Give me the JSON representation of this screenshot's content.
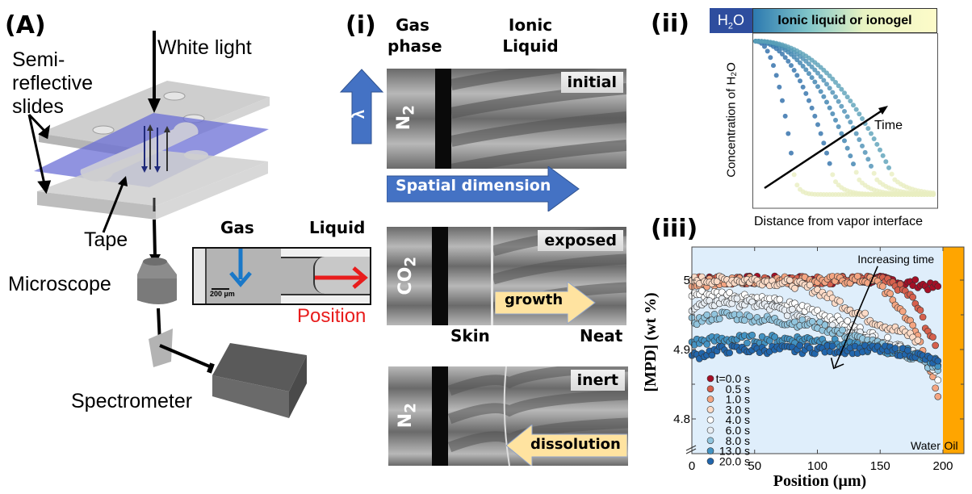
{
  "panelA": {
    "label": "(A)",
    "white_light": "White light",
    "slides": "Semi-\nreflective\nslides",
    "slides_lines": [
      "Semi-",
      "reflective",
      "slides"
    ],
    "tape": "Tape",
    "microscope": "Microscope",
    "spectrometer": "Spectrometer",
    "inset": {
      "gas": "Gas",
      "liquid": "Liquid",
      "position": "Position",
      "scale_bar": "200 µm"
    },
    "colors": {
      "tape": "#6b6fd6",
      "slide": "#c8c8c8",
      "position_arrow": "#e81c1c",
      "gas_arrow": "#1a78c8"
    }
  },
  "panelI": {
    "label": "(i)",
    "gas_phase": [
      "Gas",
      "phase"
    ],
    "ionic_liquid": [
      "Ionic",
      "Liquid"
    ],
    "lambda_symbol": "λ",
    "spatial_dimension": "Spatial dimension",
    "strips": [
      {
        "gas": "N",
        "gas_sub": "2",
        "tag": "initial"
      },
      {
        "gas": "CO",
        "gas_sub": "2",
        "tag": "exposed",
        "arrow": "growth"
      },
      {
        "gas": "N",
        "gas_sub": "2",
        "tag": "inert",
        "arrow": "dissolution"
      }
    ],
    "skin": "Skin",
    "neat": "Neat",
    "colors": {
      "blue_arrow": "#4472c4",
      "yellow_arrow": "#ffe3a0"
    }
  },
  "panelII": {
    "label": "(ii)",
    "header_left": "H₂O",
    "header_left_main": "H",
    "header_left_sub": "2",
    "header_left_tail": "O",
    "header_right": "Ionic liquid or ionogel",
    "ylabel": "Concentration of H₂O",
    "xlabel": "Distance from vapor interface",
    "arrow_label": "Time"
  },
  "panelIII": {
    "label": "(iii)"
  },
  "chart_data": {
    "type": "scatter",
    "title": "",
    "xlabel": "Position (µm)",
    "ylabel": "[MPD] (wt %)",
    "xlim": [
      0,
      215
    ],
    "ylim": [
      4.75,
      5.04
    ],
    "xticks": [
      0,
      50,
      100,
      150,
      200
    ],
    "yticks": [
      4.8,
      4.9,
      5
    ],
    "ytick_labels": [
      "4.8",
      "4.9",
      "5"
    ],
    "annotation": "Increasing time",
    "region_labels": {
      "water": "Water",
      "oil": "Oil"
    },
    "oil_boundary_x": 200,
    "legend_position": "bottom-left",
    "series": [
      {
        "name": "t=0.0 s",
        "color": "#a50f26",
        "x": [
          0,
          50,
          100,
          150,
          160,
          170,
          180,
          190,
          197
        ],
        "y": [
          5.0,
          5.0,
          5.0,
          5.0,
          5.0,
          4.995,
          4.995,
          4.99,
          4.99
        ]
      },
      {
        "name": "0.5 s",
        "color": "#d6604d",
        "x": [
          0,
          50,
          100,
          150,
          165,
          175,
          180,
          185,
          190,
          195
        ],
        "y": [
          5.0,
          5.0,
          5.0,
          5.0,
          4.99,
          4.975,
          4.96,
          4.94,
          4.92,
          4.9
        ]
      },
      {
        "name": "1.0 s",
        "color": "#f4a582",
        "x": [
          0,
          50,
          100,
          140,
          150,
          160,
          170,
          180,
          190,
          197
        ],
        "y": [
          4.995,
          5.0,
          5.0,
          5.0,
          4.995,
          4.97,
          4.95,
          4.92,
          4.87,
          4.82
        ]
      },
      {
        "name": "3.0 s",
        "color": "#fddbc7",
        "x": [
          0,
          50,
          80,
          100,
          120,
          140,
          160,
          175,
          180
        ],
        "y": [
          5.0,
          5.0,
          4.995,
          4.985,
          4.965,
          4.945,
          4.93,
          4.92,
          4.91
        ]
      },
      {
        "name": "4.0 s",
        "color": "#ffffff",
        "x": [
          0,
          25,
          50,
          75,
          100,
          125,
          150,
          175,
          197
        ],
        "y": [
          4.98,
          4.98,
          4.975,
          4.965,
          4.955,
          4.935,
          4.915,
          4.9,
          4.86
        ]
      },
      {
        "name": "6.0 s",
        "color": "#e8eef4",
        "x": [
          0,
          25,
          50,
          75,
          100,
          125,
          150,
          175,
          197
        ],
        "y": [
          4.96,
          4.97,
          4.965,
          4.955,
          4.94,
          4.925,
          4.91,
          4.895,
          4.87
        ]
      },
      {
        "name": "8.0 s",
        "color": "#92c5de",
        "x": [
          0,
          25,
          50,
          75,
          100,
          125,
          150,
          175,
          197
        ],
        "y": [
          4.94,
          4.95,
          4.945,
          4.94,
          4.935,
          4.92,
          4.905,
          4.89,
          4.87
        ]
      },
      {
        "name": "13.0 s",
        "color": "#4393c3",
        "x": [
          0,
          25,
          50,
          75,
          100,
          125,
          150,
          175,
          197
        ],
        "y": [
          4.91,
          4.915,
          4.915,
          4.915,
          4.915,
          4.905,
          4.9,
          4.895,
          4.88
        ]
      },
      {
        "name": "20.0 s",
        "color": "#2166ac",
        "x": [
          0,
          25,
          50,
          75,
          100,
          125,
          150,
          175,
          197
        ],
        "y": [
          4.89,
          4.9,
          4.9,
          4.9,
          4.9,
          4.9,
          4.9,
          4.895,
          4.88
        ]
      }
    ]
  }
}
